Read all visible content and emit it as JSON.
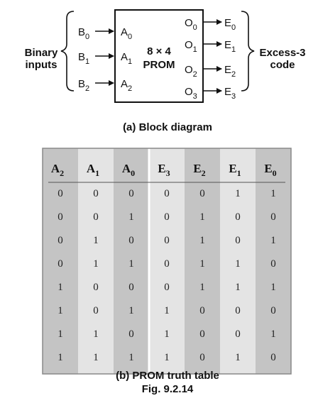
{
  "block": {
    "side_left": [
      "Binary",
      "inputs"
    ],
    "side_right": [
      "Excess-3",
      "code"
    ],
    "chip_lines": [
      "8 × 4",
      "PROM"
    ],
    "inputs": [
      {
        "ext": "B",
        "sub": "0",
        "pin": "A",
        "pin_sub": "0"
      },
      {
        "ext": "B",
        "sub": "1",
        "pin": "A",
        "pin_sub": "1"
      },
      {
        "ext": "B",
        "sub": "2",
        "pin": "A",
        "pin_sub": "2"
      }
    ],
    "outputs": [
      {
        "pin": "O",
        "pin_sub": "0",
        "ext": "E",
        "sub": "0"
      },
      {
        "pin": "O",
        "pin_sub": "1",
        "ext": "E",
        "sub": "1"
      },
      {
        "pin": "O",
        "pin_sub": "2",
        "ext": "E",
        "sub": "2"
      },
      {
        "pin": "O",
        "pin_sub": "3",
        "ext": "E",
        "sub": "3"
      }
    ],
    "caption": "(a) Block diagram"
  },
  "table": {
    "headers": [
      {
        "base": "A",
        "sub": "2"
      },
      {
        "base": "A",
        "sub": "1"
      },
      {
        "base": "A",
        "sub": "0"
      },
      {
        "base": "E",
        "sub": "3"
      },
      {
        "base": "E",
        "sub": "2"
      },
      {
        "base": "E",
        "sub": "1"
      },
      {
        "base": "E",
        "sub": "0"
      }
    ],
    "rows": [
      [
        "0",
        "0",
        "0",
        "0",
        "0",
        "1",
        "1"
      ],
      [
        "0",
        "0",
        "1",
        "0",
        "1",
        "0",
        "0"
      ],
      [
        "0",
        "1",
        "0",
        "0",
        "1",
        "0",
        "1"
      ],
      [
        "0",
        "1",
        "1",
        "0",
        "1",
        "1",
        "0"
      ],
      [
        "1",
        "0",
        "0",
        "0",
        "1",
        "1",
        "1"
      ],
      [
        "1",
        "0",
        "1",
        "1",
        "0",
        "0",
        "0"
      ],
      [
        "1",
        "1",
        "0",
        "1",
        "0",
        "0",
        "1"
      ],
      [
        "1",
        "1",
        "1",
        "1",
        "0",
        "1",
        "0"
      ]
    ],
    "caption": "(b) PROM truth table",
    "fig_label": "Fig. 9.2.14"
  },
  "colors": {
    "col_dark": "#c4c4c4",
    "col_light": "#e4e4e4",
    "border": "#888888",
    "ink": "#111111"
  }
}
